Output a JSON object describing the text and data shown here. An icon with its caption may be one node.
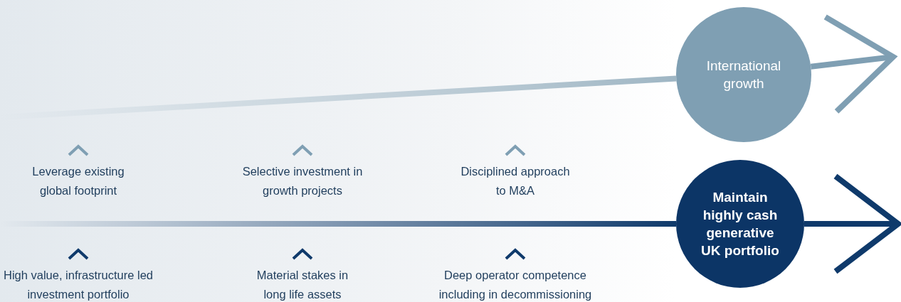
{
  "diagram": {
    "nodes": [
      {
        "text": [
          "International growth"
        ]
      },
      {
        "text": [
          "Maintain highly cash generative UK portfolio"
        ]
      }
    ],
    "edges": [
      {
        "from": null,
        "to": 0,
        "arrow": "none",
        "color": "#9fb6c4"
      },
      {
        "from": 0,
        "to": null,
        "arrow": "to",
        "color": "#7f9fb3"
      },
      {
        "from": null,
        "to": 1,
        "arrow": "none",
        "color": "#0f3a6b"
      },
      {
        "from": 1,
        "to": null,
        "arrow": "to",
        "color": "#0f3a6b"
      }
    ],
    "labels": [
      "Leverage existing global footprint",
      "Selective investment in growth projects",
      "Disciplined approach to M&A",
      "High value, infrastructure led investment portfolio",
      "Material stakes in long life assets",
      "Deep operator competence including in decommissioning"
    ]
  }
}
